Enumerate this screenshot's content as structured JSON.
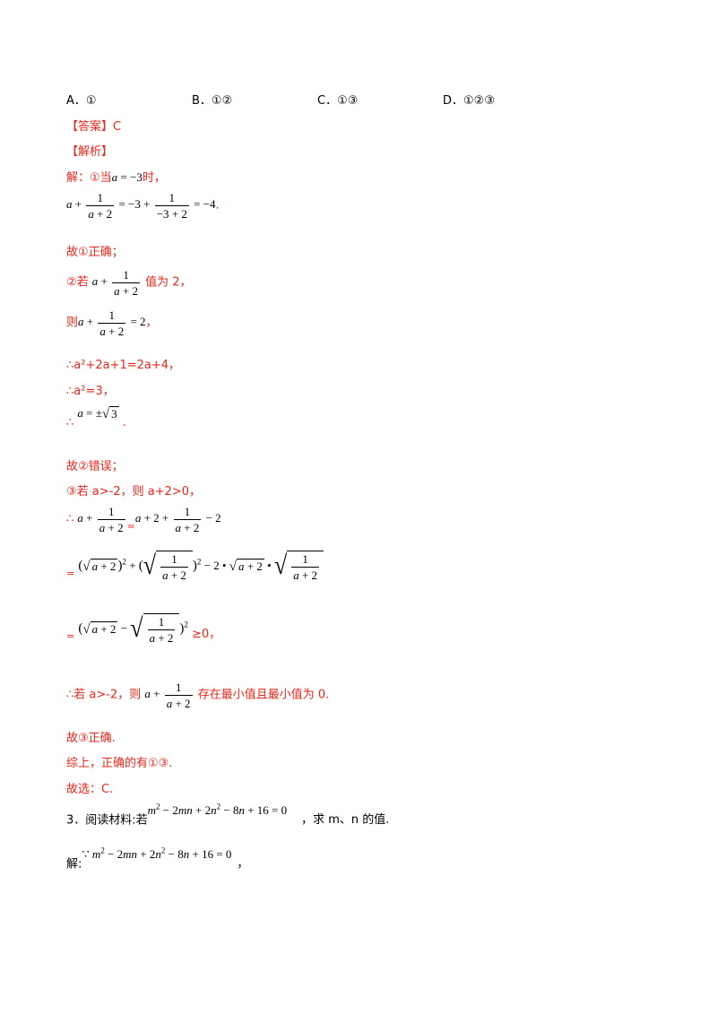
{
  "options": {
    "a": "A．①",
    "b": "B．①②",
    "c": "C．①③",
    "d": "D．①②③"
  },
  "answer": {
    "label": "【答案】",
    "value": "C"
  },
  "analysis_label": "【解析】",
  "lines": {
    "l1": "解：①当",
    "l1_end": "时，",
    "l2_end": ".",
    "l3": "故①正确；",
    "l4": "②若",
    "l4_end": "值为 2，",
    "l5": "则",
    "l5_end": "，",
    "l6": "∴a²+2a+1=2a+4，",
    "l7": "∴a²=3，",
    "l8": "∴",
    "l8_end": ".",
    "l9": "故②错误；",
    "l10": "③若 a>-2，则 a+2>0，",
    "l11": "∴",
    "l11_eq": "=",
    "l12_eq": "=",
    "l13_eq": "=",
    "l13_end": "≥0，",
    "l14": "∴若 a>-2，则",
    "l14_end": "存在最小值且最小值为 0.",
    "l15": "故③正确.",
    "l16": "综上，正确的有①③.",
    "l17": "故选：C.",
    "q3": "3．阅读材料:若",
    "q3_end": "，求 m、n 的值.",
    "sol": "解:",
    "sol_end": "，"
  }
}
